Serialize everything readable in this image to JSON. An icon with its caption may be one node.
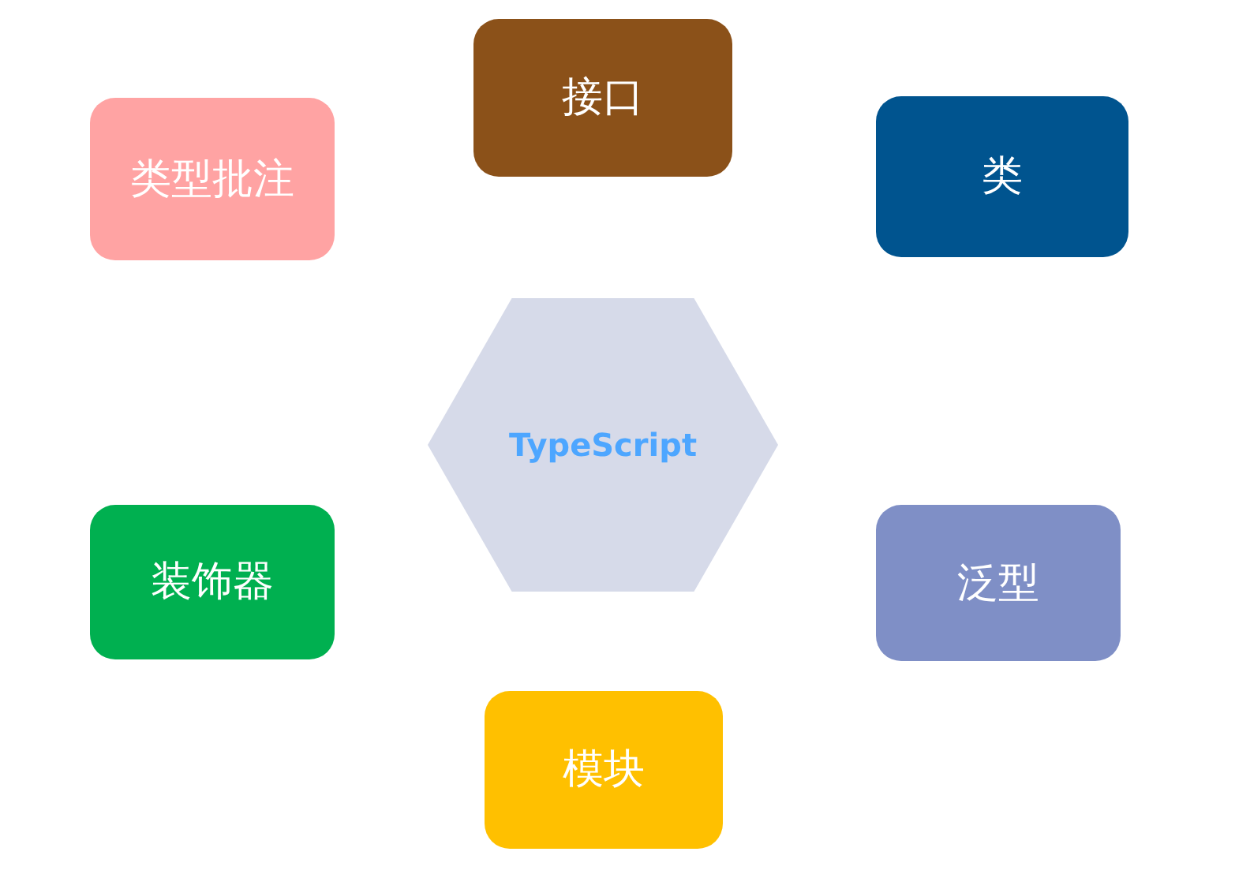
{
  "diagram": {
    "nodes": [
      {
        "text": [
          "接口"
        ]
      },
      {
        "text": [
          "类型批注"
        ]
      },
      {
        "text": [
          "类"
        ]
      },
      {
        "text": [
          "TypeScript"
        ]
      },
      {
        "text": [
          "装饰器"
        ]
      },
      {
        "text": [
          "泛型"
        ]
      },
      {
        "text": [
          "模块"
        ]
      }
    ]
  }
}
